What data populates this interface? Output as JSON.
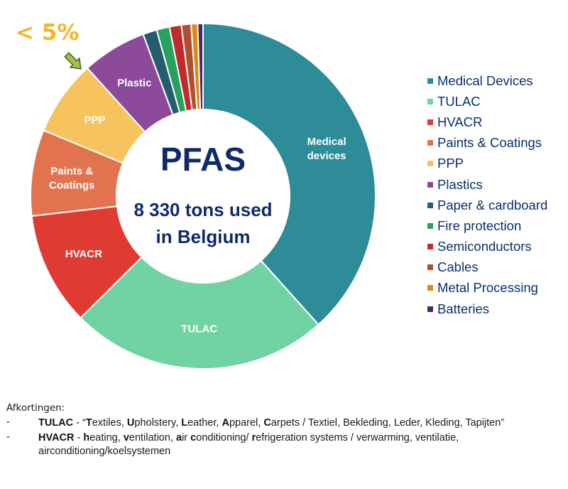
{
  "chart_data": {
    "type": "donut",
    "center_title": "PFAS",
    "center_line1": "8 330 tons used",
    "center_line2": "in Belgium",
    "callout": "< 5%",
    "series": [
      {
        "name": "Medical Devices",
        "slice_label": "Medical devices",
        "value": 38.0,
        "color": "#2e8b98"
      },
      {
        "name": "TULAC",
        "slice_label": "TULAC",
        "value": 24.0,
        "color": "#72d3a2"
      },
      {
        "name": "HVACR",
        "slice_label": "HVACR",
        "value": 10.5,
        "color": "#df3b33"
      },
      {
        "name": "Paints & Coatings",
        "slice_label": "Paints & Coatings",
        "value": 8.0,
        "color": "#e2734f"
      },
      {
        "name": "PPP",
        "slice_label": "PPP",
        "value": 7.0,
        "color": "#f7c35c"
      },
      {
        "name": "Plastics",
        "slice_label": "Plastic",
        "value": 6.0,
        "color": "#8e4a9a"
      },
      {
        "name": "Paper & cardboard",
        "slice_label": "",
        "value": 1.3,
        "color": "#245e6c"
      },
      {
        "name": "Fire protection",
        "slice_label": "",
        "value": 1.2,
        "color": "#27a15e"
      },
      {
        "name": "Semiconductors",
        "slice_label": "",
        "value": 1.1,
        "color": "#c52a2a"
      },
      {
        "name": "Cables",
        "slice_label": "",
        "value": 0.9,
        "color": "#b04e32"
      },
      {
        "name": "Metal Processing",
        "slice_label": "",
        "value": 0.6,
        "color": "#d98b1a"
      },
      {
        "name": "Batteries",
        "slice_label": "",
        "value": 0.5,
        "color": "#4a2a63"
      }
    ]
  },
  "notes": {
    "heading": "Afkortingen:",
    "items": [
      {
        "dash": "-",
        "abbr": "TULAC",
        "sep": " -  ",
        "parts": [
          [
            "",
            "“"
          ],
          [
            "b",
            "T"
          ],
          [
            "",
            "extiles, "
          ],
          [
            "b",
            "U"
          ],
          [
            "",
            "pholstery, "
          ],
          [
            "b",
            "L"
          ],
          [
            "",
            "eather, "
          ],
          [
            "b",
            "A"
          ],
          [
            "",
            "pparel, "
          ],
          [
            "b",
            "C"
          ],
          [
            "",
            "arpets / Textiel, Bekleding, Leder, Kleding, Tapijten”"
          ]
        ]
      },
      {
        "dash": "-",
        "abbr": "HVACR",
        "sep": " - ",
        "parts": [
          [
            "b",
            "h"
          ],
          [
            "",
            "eating, "
          ],
          [
            "b",
            "v"
          ],
          [
            "",
            "entilation, "
          ],
          [
            "b",
            "a"
          ],
          [
            "",
            "ir "
          ],
          [
            "b",
            "c"
          ],
          [
            "",
            "onditioning/ "
          ],
          [
            "b",
            "r"
          ],
          [
            "",
            "efrigeration systems / verwarming, ventilatie, airconditioning/koelsystemen"
          ]
        ]
      }
    ]
  }
}
